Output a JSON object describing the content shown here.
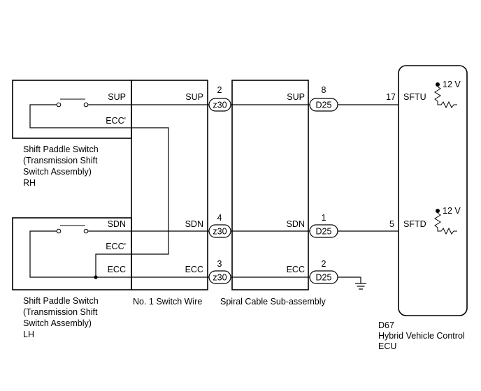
{
  "labels": {
    "sw_rh_l1": "Shift Paddle Switch",
    "sw_rh_l2": "(Transmission Shift",
    "sw_rh_l3": "Switch Assembly)",
    "sw_rh_l4": "RH",
    "sw_lh_l1": "Shift Paddle Switch",
    "sw_lh_l2": "(Transmission Shift",
    "sw_lh_l3": "Switch Assembly)",
    "sw_lh_l4": "LH",
    "switch_wire": "No. 1 Switch Wire",
    "spiral_cable": "Spiral Cable Sub-assembly",
    "ecu_code": "D67",
    "ecu_l1": "Hybrid Vehicle Control",
    "ecu_l2": "ECU"
  },
  "signals": {
    "sup": "SUP",
    "sdn": "SDN",
    "ecc": "ECC",
    "ecc_prime": "ECC'",
    "sftu": "SFTU",
    "sftd": "SFTD"
  },
  "pins": {
    "z30_sup": "2",
    "z30_sdn": "4",
    "z30_ecc": "3",
    "d25_sup": "8",
    "d25_sdn": "1",
    "d25_ecc": "2",
    "ecu_sftu": "17",
    "ecu_sftd": "5"
  },
  "connectors": {
    "z30": "z30",
    "d25": "D25"
  },
  "voltage": "12 V"
}
